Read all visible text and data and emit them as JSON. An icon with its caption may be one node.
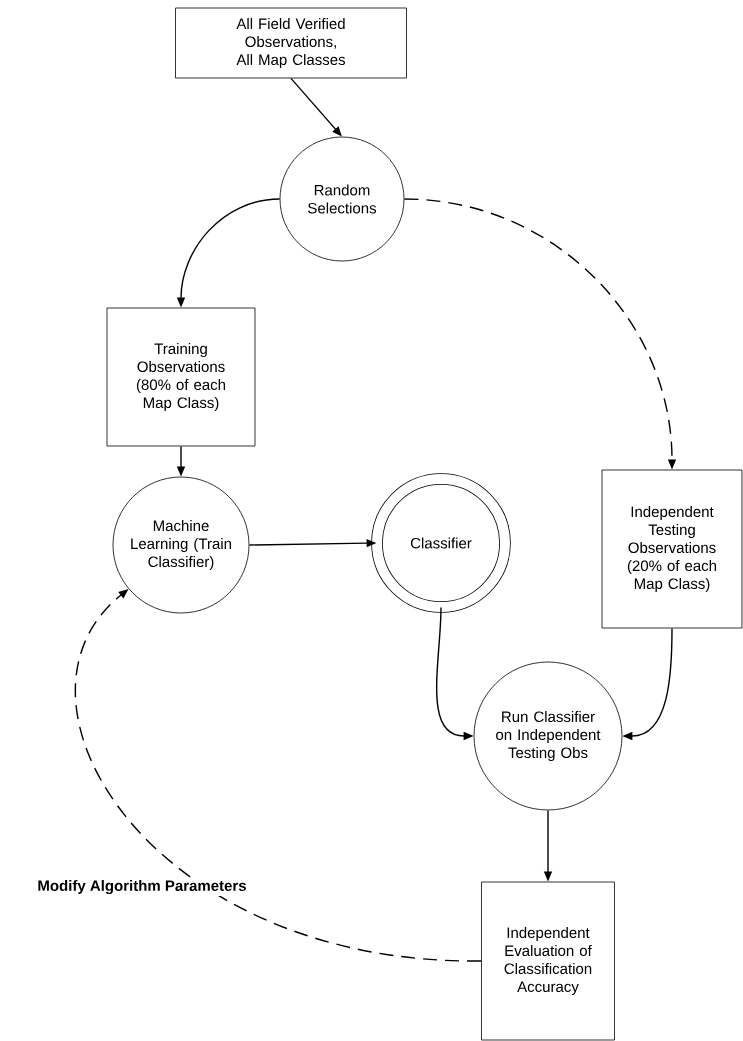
{
  "diagram": {
    "nodes": [
      {
        "text": [
          "All Field Verified Observations, All Map Classes"
        ]
      },
      {
        "text": [
          "Random Selections"
        ]
      },
      {
        "text": [
          "Training Observations (80% of each Map Class)"
        ]
      },
      {
        "text": [
          "Machine Learning (Train Classifier)"
        ]
      },
      {
        "text": [
          "Classifier"
        ]
      },
      {
        "text": [
          "Independent Testing Observations (20% of each Map Class)"
        ]
      },
      {
        "text": [
          "Run Classifier on Independent Testing Obs"
        ]
      },
      {
        "text": [
          "Independent Evaluation of Classification Accuracy"
        ]
      }
    ],
    "edges": [
      {
        "from": 0,
        "to": 1,
        "arrow": "to"
      },
      {
        "from": 1,
        "to": 2,
        "arrow": "to"
      },
      {
        "from": 1,
        "to": 5,
        "arrow": "to",
        "style": "dashed"
      },
      {
        "from": 2,
        "to": 3,
        "arrow": "to"
      },
      {
        "from": 3,
        "to": 4,
        "arrow": "to"
      },
      {
        "from": 4,
        "to": 6,
        "arrow": "to"
      },
      {
        "from": 5,
        "to": 6,
        "arrow": "to"
      },
      {
        "from": 6,
        "to": 7,
        "arrow": "to"
      },
      {
        "from": 7,
        "to": 3,
        "arrow": "to",
        "style": "dashed",
        "label": "Modify  Algorithm Parameters"
      }
    ]
  }
}
